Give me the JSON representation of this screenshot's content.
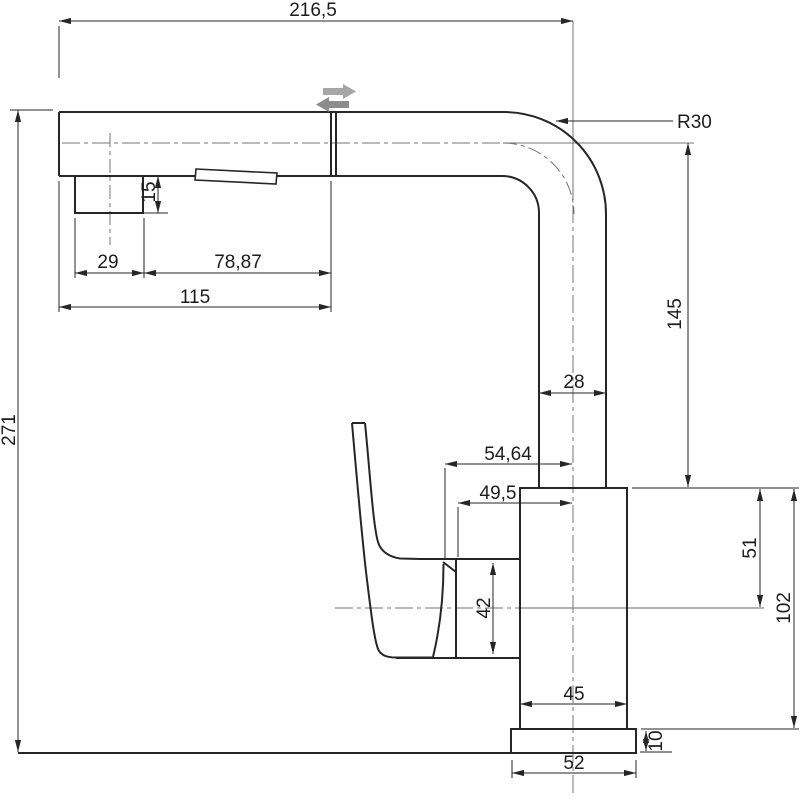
{
  "drawing": {
    "title": "Kitchen faucet technical drawing - side view",
    "units": "mm",
    "colors": {
      "line": "#262626",
      "centerline": "#757575",
      "arrow_icon_light": "#a6a6a6",
      "arrow_icon_dark": "#8c8c8c",
      "background": "#ffffff"
    },
    "icons": {
      "pull_out_spray": "double-arrow-left-right"
    },
    "dims": {
      "overall_length": "216,5",
      "overall_height": "271",
      "bend_radius": "R30",
      "spout_center_to_body_top": "145",
      "column_width": "28",
      "handle_to_center": "54,64",
      "cartridge_to_center": "49,5",
      "cartridge_height": "42",
      "body_top_to_cartridge_center": "51",
      "body_top_to_base": "102",
      "body_width": "45",
      "base_height": "10",
      "base_width": "52",
      "spout_length_to_joint": "115",
      "aerator_width": "29",
      "aerator_to_joint": "78,87",
      "aerator_height": "15"
    }
  }
}
